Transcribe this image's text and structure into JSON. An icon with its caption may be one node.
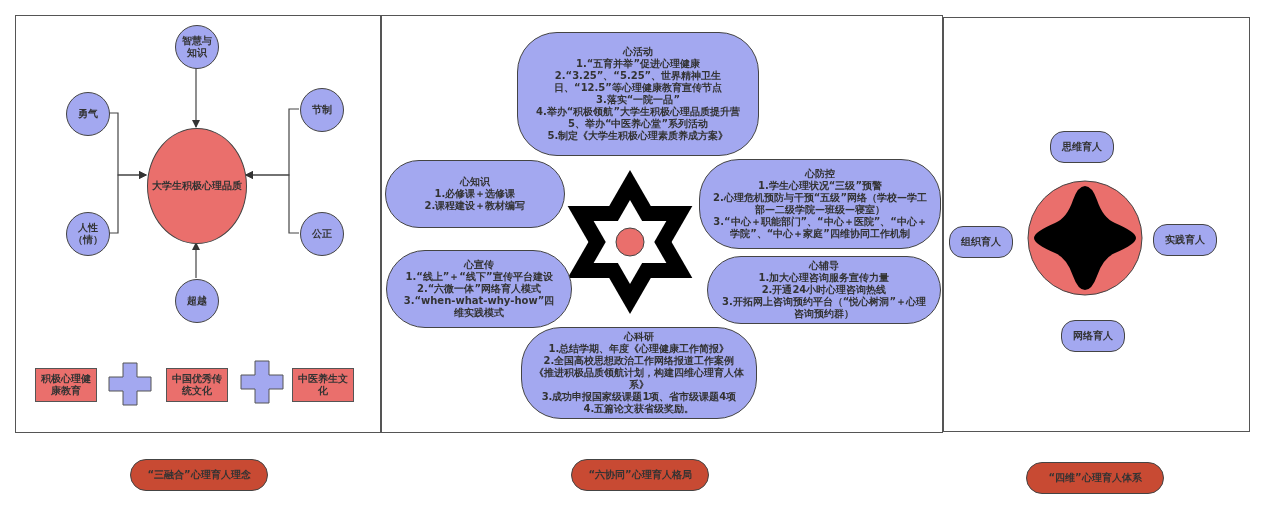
{
  "diagram": {
    "nodes": [
      {
        "text": [],
        "shape": "box"
      },
      {
        "text": [
          "智慧与知识"
        ],
        "in": 0
      },
      {
        "text": [
          "勇气"
        ],
        "in": 0
      },
      {
        "text": [
          "节制"
        ],
        "in": 0
      },
      {
        "text": [
          "大学生积极心理品质"
        ],
        "in": 0
      },
      {
        "text": [
          "人性（情）"
        ],
        "in": 0
      },
      {
        "text": [
          "公正"
        ],
        "in": 0
      },
      {
        "text": [
          "超越"
        ],
        "in": 0
      },
      {
        "text": [
          "积极心理健康教育"
        ],
        "in": 0
      },
      {
        "text": [
          "中国优秀传统文化"
        ],
        "in": 0
      },
      {
        "text": [
          "中医养生文化"
        ],
        "in": 0
      },
      {
        "text": [],
        "shape": "box"
      },
      {
        "text": [
          "心活动",
          "1.“五育并举”促进心理健康",
          "2.“3.25”、“5.25”、世界精神卫生日、“12.5”等心理健康教育宣传节点",
          "3.落实“一院一品”",
          "4.举办“积极领航”大学生积极心理品质提升营",
          "5、举办“中医养心堂”系列活动",
          "5.制定《大学生积极心理素质养成方案》"
        ],
        "in": 11
      },
      {
        "text": [
          "心知识",
          "1.必修课＋选修课",
          "2.课程建设＋教材编写"
        ],
        "in": 11
      },
      {
        "text": [
          "心防控",
          "1.学生心理状况“三级”预警",
          "2.心理危机预防与干预“五级”网络（学校—学工部—二级学院—班级—寝室）",
          "3.“中心＋职能部门”、“中心＋医院”、“中心＋学院”、“中心＋家庭”四维协同工作机制"
        ],
        "in": 11
      },
      {
        "text": [
          "心宣传",
          "1.“线上”＋“线下”宣传平台建设",
          "2.“六微一体”网络育人模式",
          "3.“when-what-why-how”四维实践模式"
        ],
        "in": 11
      },
      {
        "text": [
          "心辅导",
          "1.加大心理咨询服务宣传力量",
          "2.开通24小时心理咨询热线",
          "3.开拓网上咨询预约平台（“悦心树洞”＋心理咨询预约群）"
        ],
        "in": 11
      },
      {
        "text": [
          "心科研",
          "1.总结学期、年度《心理健康工作简报》",
          "2.全国高校思想政治工作网络报道工作案例《推进积极品质领航计划，构建四维心理育人体系》",
          "3.成功申报国家级课题1项、省市级课题4项",
          "4.五篇论文获省级奖励。"
        ],
        "in": 11
      },
      {
        "text": [],
        "shape": "box"
      },
      {
        "text": [
          "思维育人"
        ],
        "in": 18
      },
      {
        "text": [
          "组织育人"
        ],
        "in": 18
      },
      {
        "text": [
          "实践育人"
        ],
        "in": 18
      },
      {
        "text": [
          "网络育人"
        ],
        "in": 18
      },
      {
        "text": [
          "“三融合”心理育人理念"
        ]
      },
      {
        "text": [
          "“六协同”心理育人格局"
        ]
      },
      {
        "text": [
          "“四维”心理育人体系"
        ]
      }
    ],
    "edges": [
      {
        "from": 1,
        "to": 4,
        "arrow": "to"
      },
      {
        "from": 2,
        "to": 4,
        "arrow": "to"
      },
      {
        "from": 5,
        "to": 4,
        "arrow": "to"
      },
      {
        "from": 3,
        "to": 4,
        "arrow": "to"
      },
      {
        "from": 6,
        "to": 4,
        "arrow": "to"
      },
      {
        "from": 7,
        "to": 4,
        "arrow": "to"
      }
    ]
  }
}
